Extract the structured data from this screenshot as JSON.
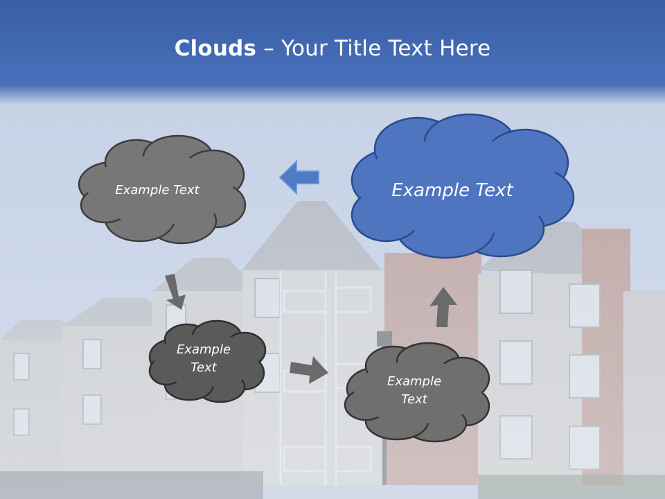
{
  "title": {
    "bold": "Clouds",
    "dash": " – ",
    "rest": "Your Title Text Here"
  },
  "clouds": [
    {
      "text": "Example Text",
      "color": "#777777"
    },
    {
      "text": "Example Text",
      "color": "#4f75c0"
    },
    {
      "line1": "Example",
      "line2": "Text",
      "color": "#5a5a5a"
    },
    {
      "line1": "Example",
      "line2": "Text",
      "color": "#6f6f6f"
    }
  ],
  "colors": {
    "header": "#3e64ad",
    "sky": "#c8d4e8",
    "arrow_blue": "#4f7ac6",
    "arrow_gray": "#6a6a6a"
  }
}
